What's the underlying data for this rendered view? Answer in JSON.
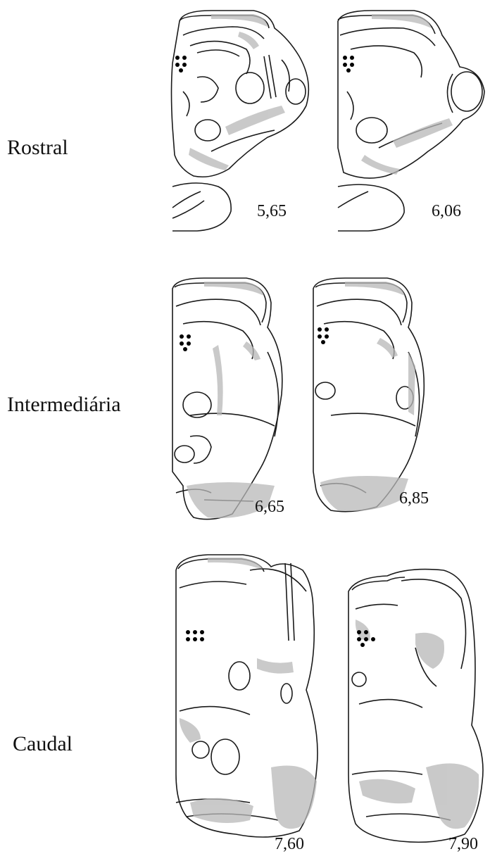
{
  "rows": {
    "rostral": "Rostral",
    "intermediate": "Intermediária",
    "caudal": "Caudal"
  },
  "sections": [
    {
      "level": "rostral",
      "value": "5,65"
    },
    {
      "level": "rostral",
      "value": "6,06"
    },
    {
      "level": "intermediate",
      "value": "6,65"
    },
    {
      "level": "intermediate",
      "value": "6,85"
    },
    {
      "level": "caudal",
      "value": "7,60"
    },
    {
      "level": "caudal",
      "value": "7,90"
    }
  ],
  "colors": {
    "line": "#1a1a1a",
    "stipple": "#b8b8b8",
    "dots": "#000000"
  }
}
